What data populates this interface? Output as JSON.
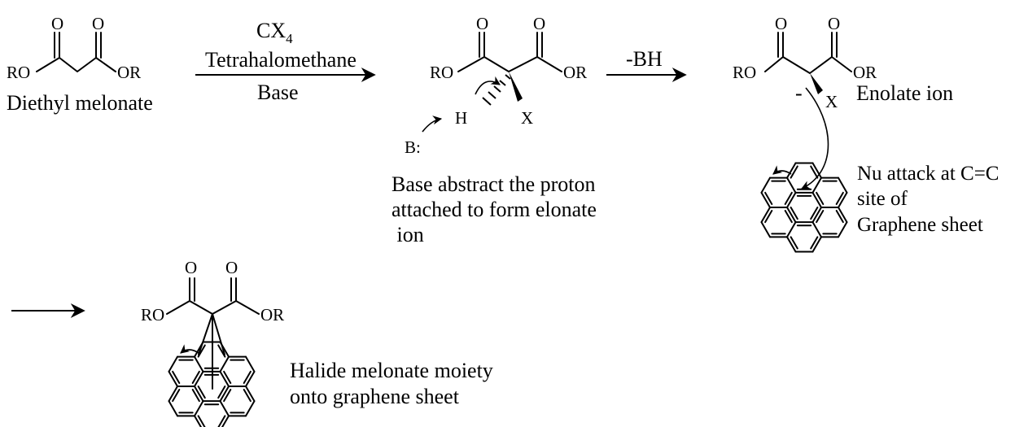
{
  "diagram": {
    "reactant": {
      "labels": {
        "o1": "O",
        "o2": "O",
        "ro": "RO",
        "or": "OR"
      },
      "name": "Diethyl melonate"
    },
    "step1": {
      "reagent": "CX",
      "reagent_sub": "4",
      "reagent_name": "Tetrahalomethane",
      "condition": "Base"
    },
    "intermediate": {
      "labels": {
        "o1": "O",
        "o2": "O",
        "ro": "RO",
        "or": "OR",
        "h": "H",
        "x": "X",
        "base": "B:"
      },
      "note_lines": [
        "Base abstract the proton",
        "attached to form elonate",
        " ion"
      ]
    },
    "step2": {
      "reagent": "-BH"
    },
    "enolate": {
      "labels": {
        "o1": "O",
        "o2": "O",
        "ro": "RO",
        "or": "OR",
        "minus": "-",
        "x": "X"
      },
      "name": "Enolate ion"
    },
    "graphene_note_lines": [
      "Nu attack at C=C",
      "site of",
      "Graphene sheet"
    ],
    "product": {
      "labels": {
        "o1": "O",
        "o2": "O",
        "ro": "RO",
        "or": "OR"
      },
      "note_lines": [
        "Halide melonate moiety",
        "onto graphene sheet"
      ]
    }
  }
}
